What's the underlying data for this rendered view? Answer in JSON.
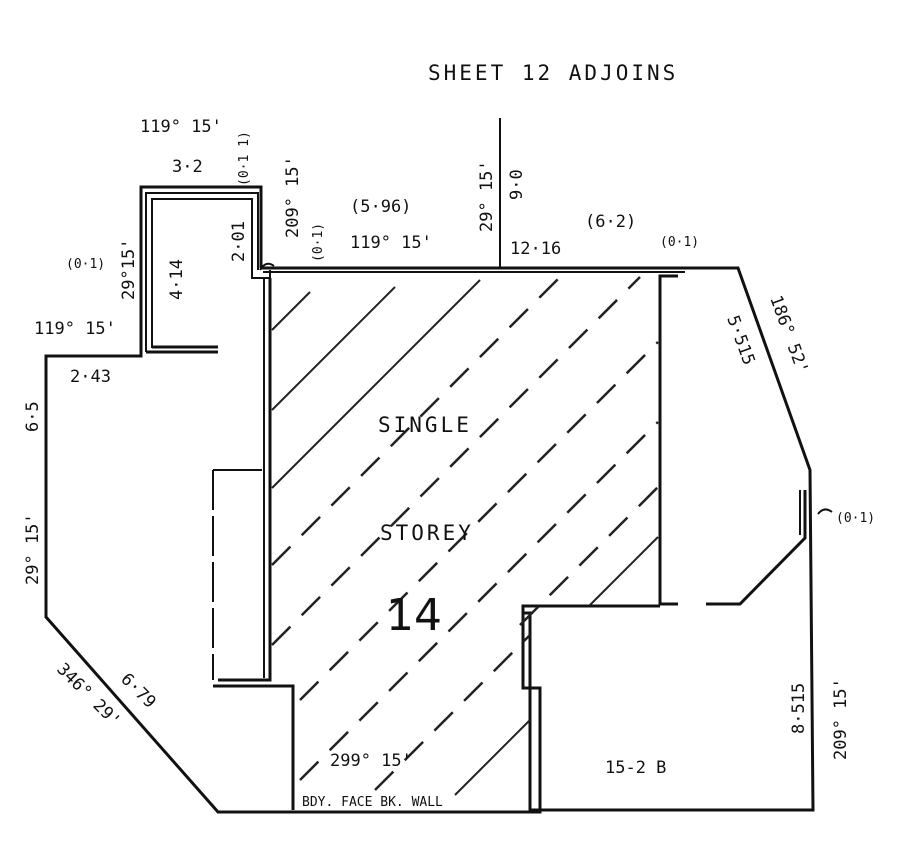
{
  "header": {
    "sheet_note": "SHEET  12  ADJOINS"
  },
  "area": {
    "line1": "SINGLE",
    "line2": "STOREY",
    "lot_number": "14",
    "lot_ref": "15-2 B",
    "wall_note": "BDY. FACE BK. WALL"
  },
  "dimensions": {
    "top_left_bearing": "119° 15'",
    "top_left_length": "3·2",
    "offset_top": "(0·1 1)",
    "bearing_209_top": "209° 15'",
    "offset_small": "(0·1)",
    "width_2_01": "2·01",
    "length_5_96": "(5·96)",
    "bearing_top_mid": "119° 15'",
    "bearing_29_top": "29° 15'",
    "length_9_0": "9·0",
    "length_12_16": "12·16",
    "length_6_2": "(6·2)",
    "offset_right_top": "(0·1)",
    "offset_left": "(0·1)",
    "bearing_29_left": "29°15'",
    "length_4_14": "4·14",
    "bearing_119_left": "119° 15'",
    "length_2_43": "2·43",
    "length_6_5": "6·5",
    "bearing_29_lower": "29° 15'",
    "bearing_346": "346° 29'",
    "length_6_79": "6·79",
    "bearing_299": "299° 15'",
    "bearing_186": "186° 52'",
    "length_5_515": "5·515",
    "offset_right": "(0·1)",
    "length_8_515": "8·515",
    "bearing_209_right": "209° 15'"
  }
}
